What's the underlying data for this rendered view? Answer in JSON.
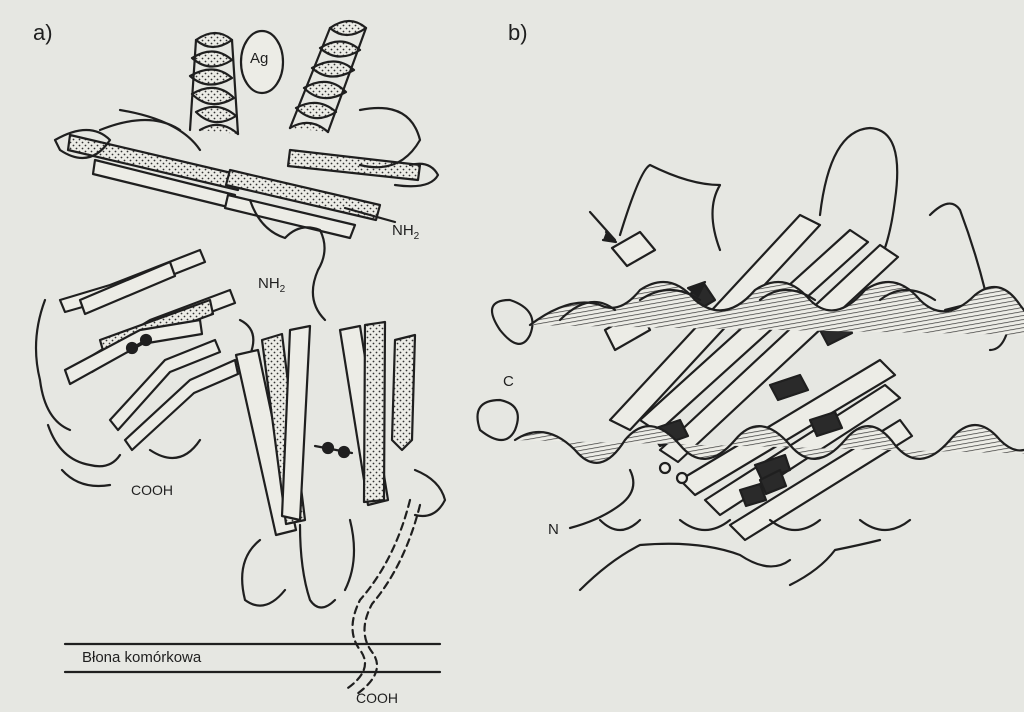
{
  "panel_a": {
    "label": "a)",
    "antigen_label": "Ag",
    "nh2_top": "NH",
    "nh2_mid": "NH",
    "subscript": "2",
    "cooh_left": "COOH",
    "membrane_label": "Błona komórkowa",
    "cooh_bottom": "COOH"
  },
  "panel_b": {
    "label": "b)",
    "c_terminus": "C",
    "n_terminus": "N"
  },
  "colors": {
    "background": "#e6e7e2",
    "ink": "#1f1f1f",
    "dark_fill": "#2a2a2a"
  }
}
